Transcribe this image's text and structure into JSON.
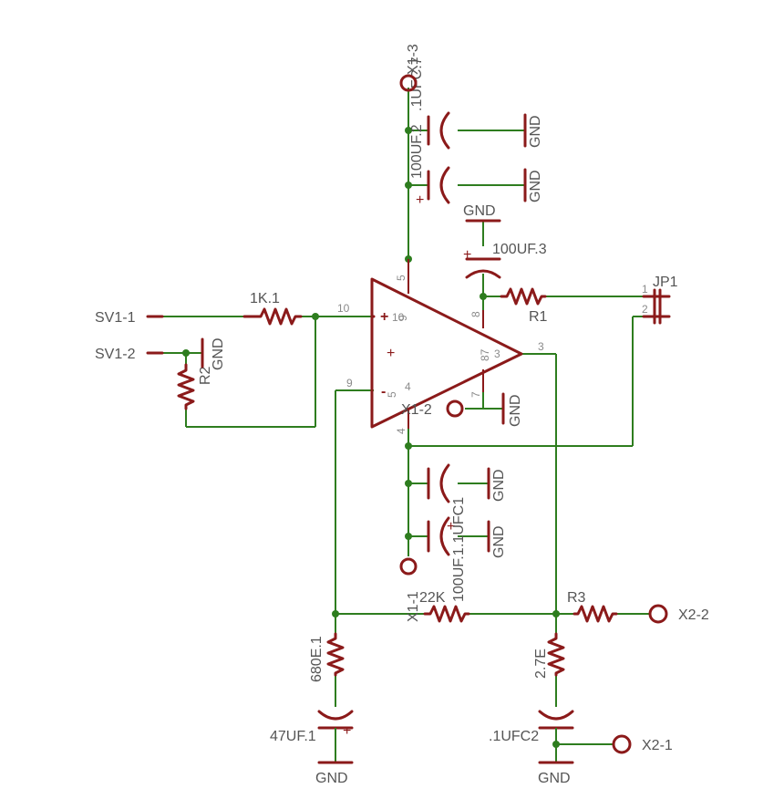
{
  "connectors": {
    "sv1_1": "SV1-1",
    "sv1_2": "SV1-2",
    "x1_1": "X1-1",
    "x1_2": "X1-2",
    "x1_3": "X1-3",
    "x2_1": "X2-1",
    "x2_2": "X2-2",
    "jp1": "JP1",
    "jp1_pin1": "1",
    "jp1_pin2": "2"
  },
  "components": {
    "r_1k": "1K.1",
    "r2": "R2",
    "r1": "R1",
    "r3": "R3",
    "r_22k": "22K",
    "r_680": "680E.1",
    "r_27": "2.7E",
    "c_100uf_top": "100UF.2",
    "c_1uf_top": ".1UFC.7",
    "c_100uf3": "100UF.3",
    "c_1ufc1": ".1UFC1",
    "c_100uf_bot": "100UF.1",
    "c_47uf": "47UF.1",
    "c_1ufc2": ".1UFC2",
    "opamp_plus_in": "+",
    "opamp_minus_in": "-",
    "opamp_mid": "+"
  },
  "gnd_label": "GND",
  "pins": {
    "p10_left": "10",
    "p10_inside": "10",
    "p9_left": "9",
    "p9_inside": "9",
    "p5_top": "5",
    "p5_inside": "5",
    "p8": "8",
    "p87": "87",
    "p3_inside": "3",
    "p3_out": "3",
    "p7": "7",
    "p4_inside": "4",
    "p4_bottom": "4"
  }
}
